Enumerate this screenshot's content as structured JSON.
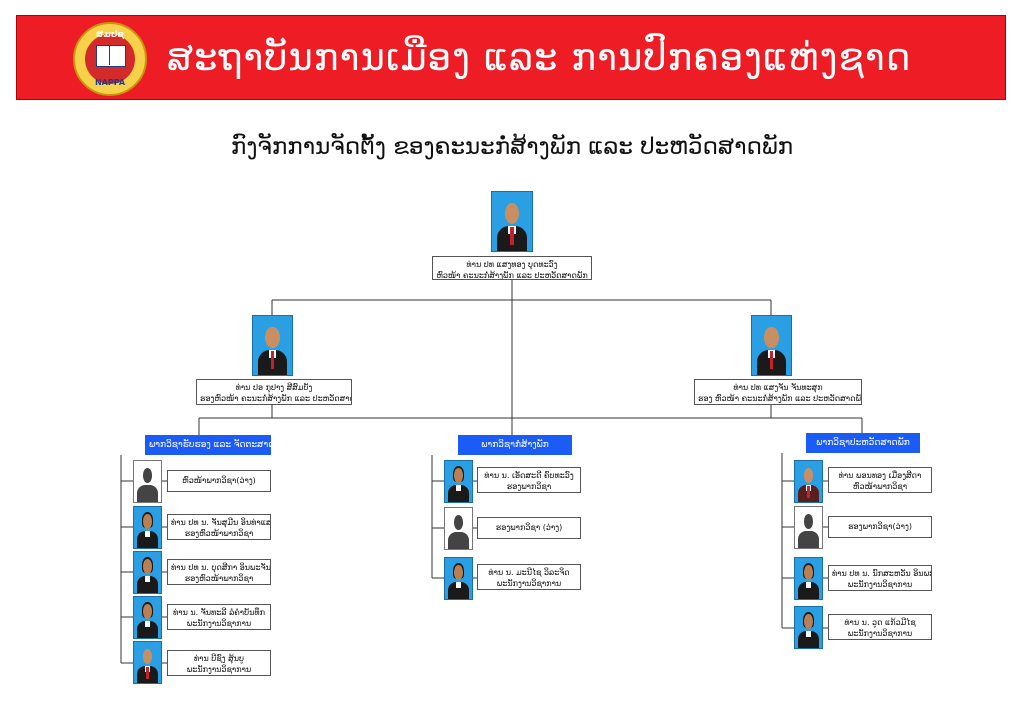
{
  "header": {
    "title": "ສະຖາບັນການເມືອງ ແລະ ການປົກຄອງແຫ່ງຊາດ",
    "logo_top_text": "ສມປຊ",
    "logo_bottom_text": "NAPPA",
    "banner_color": "#ee1c25"
  },
  "chart_title": "ກົງຈັກການຈັດຕັ້ງ ຂອງຄະນະກໍ່ສ້າງພັກ ແລະ ປະຫວັດສາດພັກ",
  "colors": {
    "dept_header": "#1a5cf5",
    "photo_background": "#2b9fe3"
  },
  "head": {
    "name": "ທ່ານ ປທ ແສງທອງ ບຸດທະວົງ",
    "role": "ຫົວໜ້າ ຄະນະກໍ່ສ້າງພັກ ແລະ ປະຫວັດສາດພັກ"
  },
  "deputies": [
    {
      "name": "ທ່ານ ປອ ກຸປາງ ສີສົມບັງ",
      "role": "ຮອງຫົວໜ້າ ຄະນະກໍ່ສ້າງພັກ ແລະ ປະຫວັດສາດພັກ"
    },
    {
      "name": "ທ່ານ ປທ ແສງຈັນ ຈັນທະສຸກ",
      "role": "ຮອງ ຫົວໜ້າ ຄະນະກໍ່ສ້າງພັກ ແລະ ປະຫວັດສາດພັກ"
    }
  ],
  "departments": [
    {
      "title": "ພາກວິຊາຮັບຮອງ ແລະ ຈັດຕະສາດ",
      "members": [
        {
          "line1": "ຫົວໜ້າພາກວິຊາ(ວ່າງ)",
          "line2": ""
        },
        {
          "line1": "ທ່ານ ປທ ນ. ຈັນສຸມີນ ອິນທ່າແສງ",
          "line2": "ຮອງຫົວໜ້າພາກວິຊາ"
        },
        {
          "line1": "ທ່ານ ປທ ນ. ບຸດສີກາ ອິນພະຈັນ",
          "line2": "ຮອງຫົວໜ້າພາກວິຊາ"
        },
        {
          "line1": "ທ່ານ ນ. ຈັນທະລີ ລໍຄຳບັນທຶກ",
          "line2": "ພະນັກງານວິຊາການ"
        },
        {
          "line1": "ທ່ານ ບີຊົງ ສຸ້ນບູ",
          "line2": "ພະນັກງານວິຊາການ"
        }
      ]
    },
    {
      "title": "ພາກວິຊາກໍ່ສ້າງພັກ",
      "members": [
        {
          "line1": "ທ່ານ ນ. ເອັດສະດີ ຄົບທະວົງ",
          "line2": "ຮອງພາກວິຊາ"
        },
        {
          "line1": "ຮອງພາກວິຊາ (ວ່າງ)",
          "line2": ""
        },
        {
          "line1": "ທ່ານ ນ. ມະນີໄຊ ວິລະຈິດ",
          "line2": "ພະນັກງານວິຊາການ"
        }
      ]
    },
    {
      "title": "ພາກວິຊາປະຫວັດສາດພັກ",
      "members": [
        {
          "line1": "ທ່ານ ພອນທອງ ເມືອງສີດາ",
          "line2": "ຫົວໜ້າພາກວິຊາ"
        },
        {
          "line1": "ຮອງພາກວິຊາ(ວ່າງ)",
          "line2": ""
        },
        {
          "line1": "ທ່ານ ປທ ນ. ນົກສະຫວັນ ອິນພະທອນ",
          "line2": "ພະນັກງານວິຊາການ"
        },
        {
          "line1": "ທ່ານ ນ. ວູດ ແກ້ວມີໄຊ",
          "line2": "ພະນັກງານວິຊາການ"
        }
      ]
    }
  ]
}
